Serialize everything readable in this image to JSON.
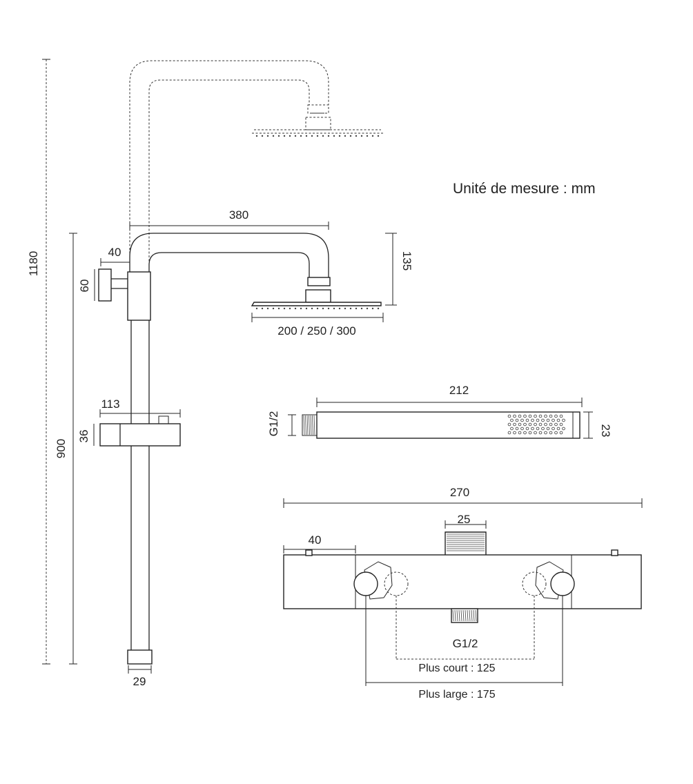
{
  "unit_note": "Unité de mesure : mm",
  "dimensions": {
    "total_height": "1180",
    "rail_height": "900",
    "arm_length": "380",
    "arm_offset": "40",
    "wall_bracket": "60",
    "head_height": "135",
    "head_diameter": "200 / 250 / 300",
    "holder_width": "113",
    "holder_height": "36",
    "tube_diameter": "29",
    "hand_shower_length": "212",
    "hand_shower_thread": "G1/2",
    "hand_shower_thickness": "23",
    "mixer_width": "270",
    "mixer_end": "40",
    "mixer_outlet": "25",
    "mixer_thread": "G1/2",
    "spacing_short": "Plus court : 125",
    "spacing_long": "Plus large : 175"
  }
}
